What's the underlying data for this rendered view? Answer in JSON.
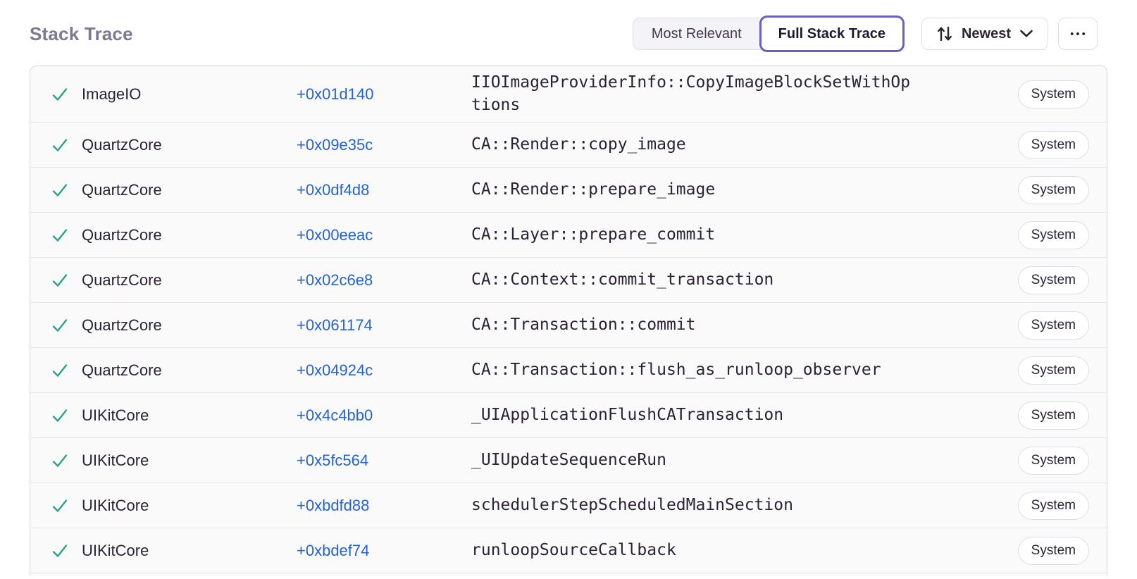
{
  "title": "Stack Trace",
  "controls": {
    "view_toggle": {
      "options": [
        {
          "label": "Most Relevant",
          "active": false
        },
        {
          "label": "Full Stack Trace",
          "active": true
        }
      ]
    },
    "sort_button": {
      "label": "Newest",
      "icon": "arrows-sort-icon",
      "chevron": "chevron-down-icon"
    },
    "more_button": {
      "label": "•••",
      "icon": "ellipsis-icon"
    }
  },
  "colors": {
    "accent_purple": "#6a5ec7",
    "link_blue": "#2562d4",
    "check_green": "#2ba185",
    "row_background": "#fafafb",
    "text_dark": "#2b2233",
    "heading_gray": "#7e7890"
  },
  "frames": [
    {
      "status_icon": "checkmark-icon",
      "module": "ImageIO",
      "address": "+0x01d140",
      "function": "IIOImageProviderInfo::CopyImageBlockSetWithOptions",
      "tag": "System"
    },
    {
      "status_icon": "checkmark-icon",
      "module": "QuartzCore",
      "address": "+0x09e35c",
      "function": "CA::Render::copy_image",
      "tag": "System"
    },
    {
      "status_icon": "checkmark-icon",
      "module": "QuartzCore",
      "address": "+0x0df4d8",
      "function": "CA::Render::prepare_image",
      "tag": "System"
    },
    {
      "status_icon": "checkmark-icon",
      "module": "QuartzCore",
      "address": "+0x00eeac",
      "function": "CA::Layer::prepare_commit",
      "tag": "System"
    },
    {
      "status_icon": "checkmark-icon",
      "module": "QuartzCore",
      "address": "+0x02c6e8",
      "function": "CA::Context::commit_transaction",
      "tag": "System"
    },
    {
      "status_icon": "checkmark-icon",
      "module": "QuartzCore",
      "address": "+0x061174",
      "function": "CA::Transaction::commit",
      "tag": "System"
    },
    {
      "status_icon": "checkmark-icon",
      "module": "QuartzCore",
      "address": "+0x04924c",
      "function": "CA::Transaction::flush_as_runloop_observer",
      "tag": "System"
    },
    {
      "status_icon": "checkmark-icon",
      "module": "UIKitCore",
      "address": "+0x4c4bb0",
      "function": "_UIApplicationFlushCATransaction",
      "tag": "System"
    },
    {
      "status_icon": "checkmark-icon",
      "module": "UIKitCore",
      "address": "+0x5fc564",
      "function": "_UIUpdateSequenceRun",
      "tag": "System"
    },
    {
      "status_icon": "checkmark-icon",
      "module": "UIKitCore",
      "address": "+0xbdfd88",
      "function": "schedulerStepScheduledMainSection",
      "tag": "System"
    },
    {
      "status_icon": "checkmark-icon",
      "module": "UIKitCore",
      "address": "+0xbdef74",
      "function": "runloopSourceCallback",
      "tag": "System"
    }
  ]
}
